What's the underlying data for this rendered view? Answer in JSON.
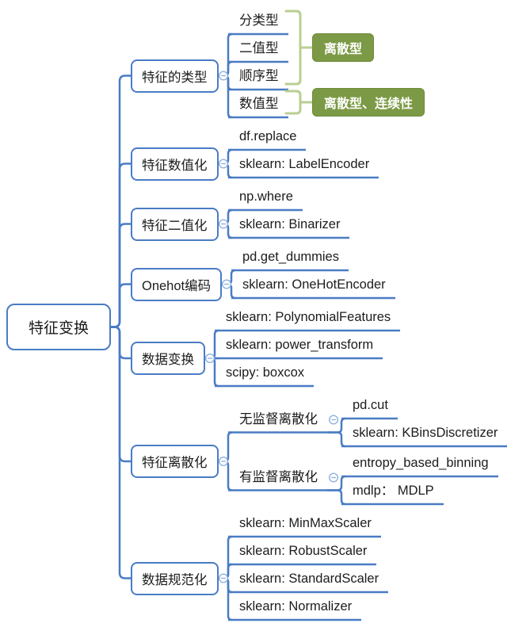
{
  "colors": {
    "branch_blue": "#4a7cc4",
    "collapse_blue": "#8fb1e0",
    "summary_green_fill": "#7c9a45",
    "summary_green_border": "#6e8b3a",
    "summary_bracket_green": "#b9cf92",
    "text_dark": "#1c1c1c",
    "topic_background": "#ffffff"
  },
  "tree": {
    "id": "feature-transform",
    "label": "特征变换",
    "style": "root",
    "children": [
      {
        "id": "feature-types",
        "label": "特征的类型",
        "style": "box",
        "children": [
          {
            "id": "categorical-type",
            "label": "分类型",
            "style": "line"
          },
          {
            "id": "binary-type",
            "label": "二值型",
            "style": "line"
          },
          {
            "id": "ordinal-type",
            "label": "顺序型",
            "style": "line"
          },
          {
            "id": "numeric-type",
            "label": "数值型",
            "style": "line"
          }
        ],
        "summaries": [
          {
            "id": "discrete",
            "label": "离散型",
            "from": 0,
            "to": 2
          },
          {
            "id": "discrete-continuous",
            "label": "离散型、连续性",
            "from": 3,
            "to": 3
          }
        ]
      },
      {
        "id": "feature-numericalization",
        "label": "特征数值化",
        "style": "box",
        "children": [
          {
            "id": "df-replace",
            "label": "df.replace",
            "style": "line"
          },
          {
            "id": "sklearn-labelencoder",
            "label": "sklearn: LabelEncoder",
            "style": "line"
          }
        ]
      },
      {
        "id": "feature-binarization",
        "label": "特征二值化",
        "style": "box",
        "children": [
          {
            "id": "np-where",
            "label": "np.where",
            "style": "line"
          },
          {
            "id": "sklearn-binarizer",
            "label": "sklearn: Binarizer",
            "style": "line"
          }
        ]
      },
      {
        "id": "onehot-encoding",
        "label": "Onehot编码",
        "style": "box",
        "children": [
          {
            "id": "pd-get-dummies",
            "label": "pd.get_dummies",
            "style": "line"
          },
          {
            "id": "sklearn-onehotencoder",
            "label": "sklearn: OneHotEncoder",
            "style": "line"
          }
        ]
      },
      {
        "id": "data-transform",
        "label": "数据变换",
        "style": "box",
        "children": [
          {
            "id": "sklearn-polynomialfeatures",
            "label": "sklearn: PolynomialFeatures",
            "style": "line"
          },
          {
            "id": "sklearn-power-transform",
            "label": "sklearn: power_transform",
            "style": "line"
          },
          {
            "id": "scipy-boxcox",
            "label": "scipy: boxcox",
            "style": "line"
          }
        ]
      },
      {
        "id": "feature-discretization",
        "label": "特征离散化",
        "style": "box",
        "children": [
          {
            "id": "unsupervised-discretization",
            "label": "无监督离散化",
            "style": "line",
            "children": [
              {
                "id": "pd-cut",
                "label": "pd.cut",
                "style": "line"
              },
              {
                "id": "sklearn-kbinsdiscretizer",
                "label": "sklearn: KBinsDiscretizer",
                "style": "line"
              }
            ]
          },
          {
            "id": "supervised-discretization",
            "label": "有监督离散化",
            "style": "line",
            "children": [
              {
                "id": "entropy-based-binning",
                "label": "entropy_based_binning",
                "style": "line"
              },
              {
                "id": "mdlp-mdlp",
                "label": "mdlp： MDLP",
                "style": "line"
              }
            ]
          }
        ]
      },
      {
        "id": "data-normalization",
        "label": "数据规范化",
        "style": "box",
        "children": [
          {
            "id": "sklearn-minmaxscaler",
            "label": "sklearn: MinMaxScaler",
            "style": "line"
          },
          {
            "id": "sklearn-robustscaler",
            "label": "sklearn: RobustScaler",
            "style": "line"
          },
          {
            "id": "sklearn-standardscaler",
            "label": "sklearn: StandardScaler",
            "style": "line"
          },
          {
            "id": "sklearn-normalizer",
            "label": "sklearn: Normalizer",
            "style": "line"
          }
        ]
      }
    ]
  }
}
